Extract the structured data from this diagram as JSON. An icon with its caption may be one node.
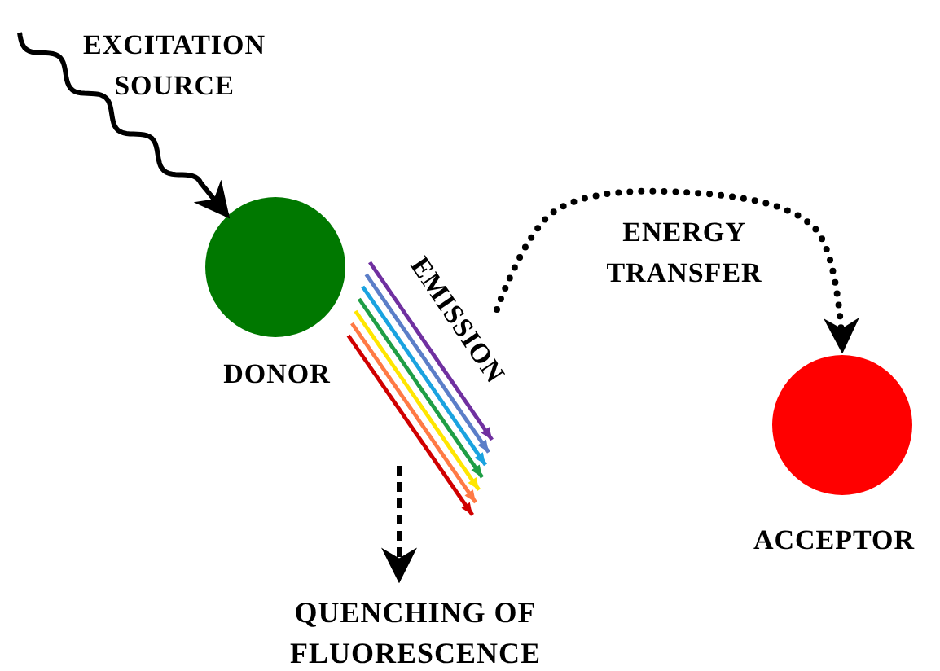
{
  "diagram": {
    "nodes": [
      {
        "text": [],
        "shape": "circle",
        "beside": [
          "DONOR"
        ]
      },
      {
        "text": [],
        "shape": "circle",
        "beside": [
          "ACCEPTOR"
        ]
      },
      {
        "text": [
          "QUENCHING OF FLUORESCENCE"
        ]
      }
    ],
    "edges": [
      {
        "from": null,
        "to": 0,
        "arrow": "to",
        "label": "EXCITATION SOURCE"
      },
      {
        "from": 0,
        "to": 1,
        "arrow": "to",
        "label": "ENERGY TRANSFER",
        "style": "dashed"
      },
      {
        "from": 0,
        "to": 2,
        "arrow": "to",
        "style": "dashed"
      }
    ],
    "labels": [
      "EMISSION"
    ]
  }
}
